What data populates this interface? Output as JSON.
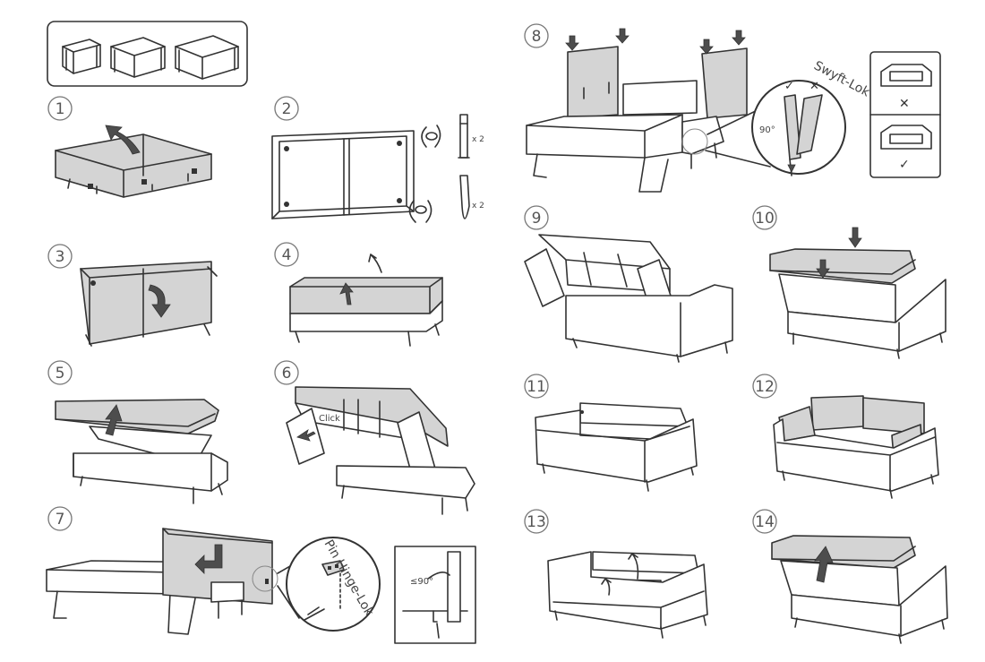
{
  "steps": [
    "1",
    "2",
    "3",
    "4",
    "5",
    "6",
    "7",
    "8",
    "9",
    "10",
    "11",
    "12",
    "13",
    "14"
  ],
  "labels": {
    "qty_x2_a": "x 2",
    "qty_x2_b": "x 2",
    "click": "Click",
    "angle_90": "90°",
    "angle_le90": "≤90°",
    "pin_hinge_lok": "Pin Hinge-Lok",
    "swyft_lok": "Swyft-Lok™"
  },
  "icons": {
    "check": "✓",
    "cross": "✕"
  },
  "colors": {
    "panel_fill": "#d4d4d4",
    "line": "#333333",
    "arrow": "#4d4d4d"
  }
}
